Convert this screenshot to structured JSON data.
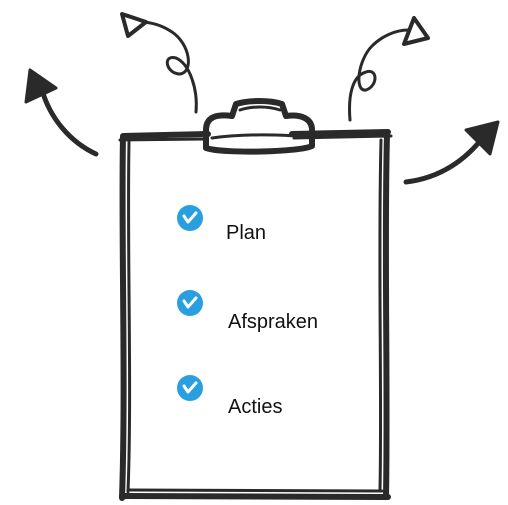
{
  "colors": {
    "ink": "#2a2a2a",
    "check_fill": "#2a9fe0",
    "check_mark": "#ffffff",
    "text": "#111111",
    "background": "#ffffff"
  },
  "icons": {
    "check": "check-circle-icon",
    "arrow": "curved-arrow-icon",
    "clip": "clipboard-clip-icon"
  },
  "checklist": {
    "items": [
      {
        "label": "Plan"
      },
      {
        "label": "Afspraken"
      },
      {
        "label": "Acties"
      }
    ]
  }
}
